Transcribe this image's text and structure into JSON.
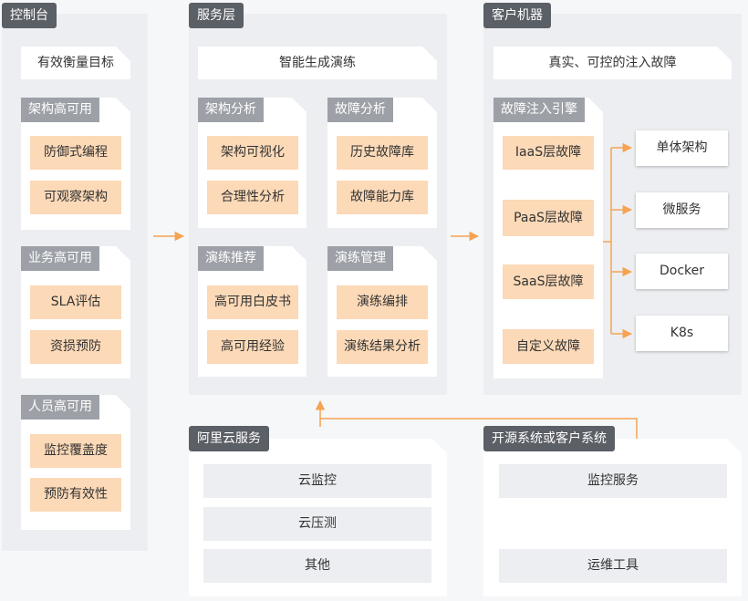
{
  "console": {
    "tab": "控制台",
    "goal": "有效衡量目标",
    "groups": [
      {
        "label": "架构高可用",
        "items": [
          "防御式编程",
          "可观察架构"
        ]
      },
      {
        "label": "业务高可用",
        "items": [
          "SLA评估",
          "资损预防"
        ]
      },
      {
        "label": "人员高可用",
        "items": [
          "监控覆盖度",
          "预防有效性"
        ]
      }
    ]
  },
  "service": {
    "tab": "服务层",
    "goal": "智能生成演练",
    "groups": [
      {
        "label": "架构分析",
        "items": [
          "架构可视化",
          "合理性分析"
        ]
      },
      {
        "label": "故障分析",
        "items": [
          "历史故障库",
          "故障能力库"
        ]
      },
      {
        "label": "演练推荐",
        "items": [
          "高可用白皮书",
          "高可用经验"
        ]
      },
      {
        "label": "演练管理",
        "items": [
          "演练编排",
          "演练结果分析"
        ]
      }
    ]
  },
  "client": {
    "tab": "客户机器",
    "goal": "真实、可控的注入故障",
    "engine": {
      "label": "故障注入引擎",
      "items": [
        "IaaS层故障",
        "PaaS层故障",
        "SaaS层故障",
        "自定义故障"
      ]
    },
    "targets": [
      "单体架构",
      "微服务",
      "Docker",
      "K8s"
    ]
  },
  "aliyun": {
    "tab": "阿里云服务",
    "items": [
      "云监控",
      "云压测",
      "其他"
    ]
  },
  "opensource": {
    "tab": "开源系统或客户系统",
    "items": [
      "监控服务",
      "运维工具"
    ]
  },
  "colors": {
    "accent": "#f5a352",
    "orange_fill": "#fcd9b7",
    "tab_dark": "#5b5f66",
    "tab_light": "#9da1a7"
  }
}
